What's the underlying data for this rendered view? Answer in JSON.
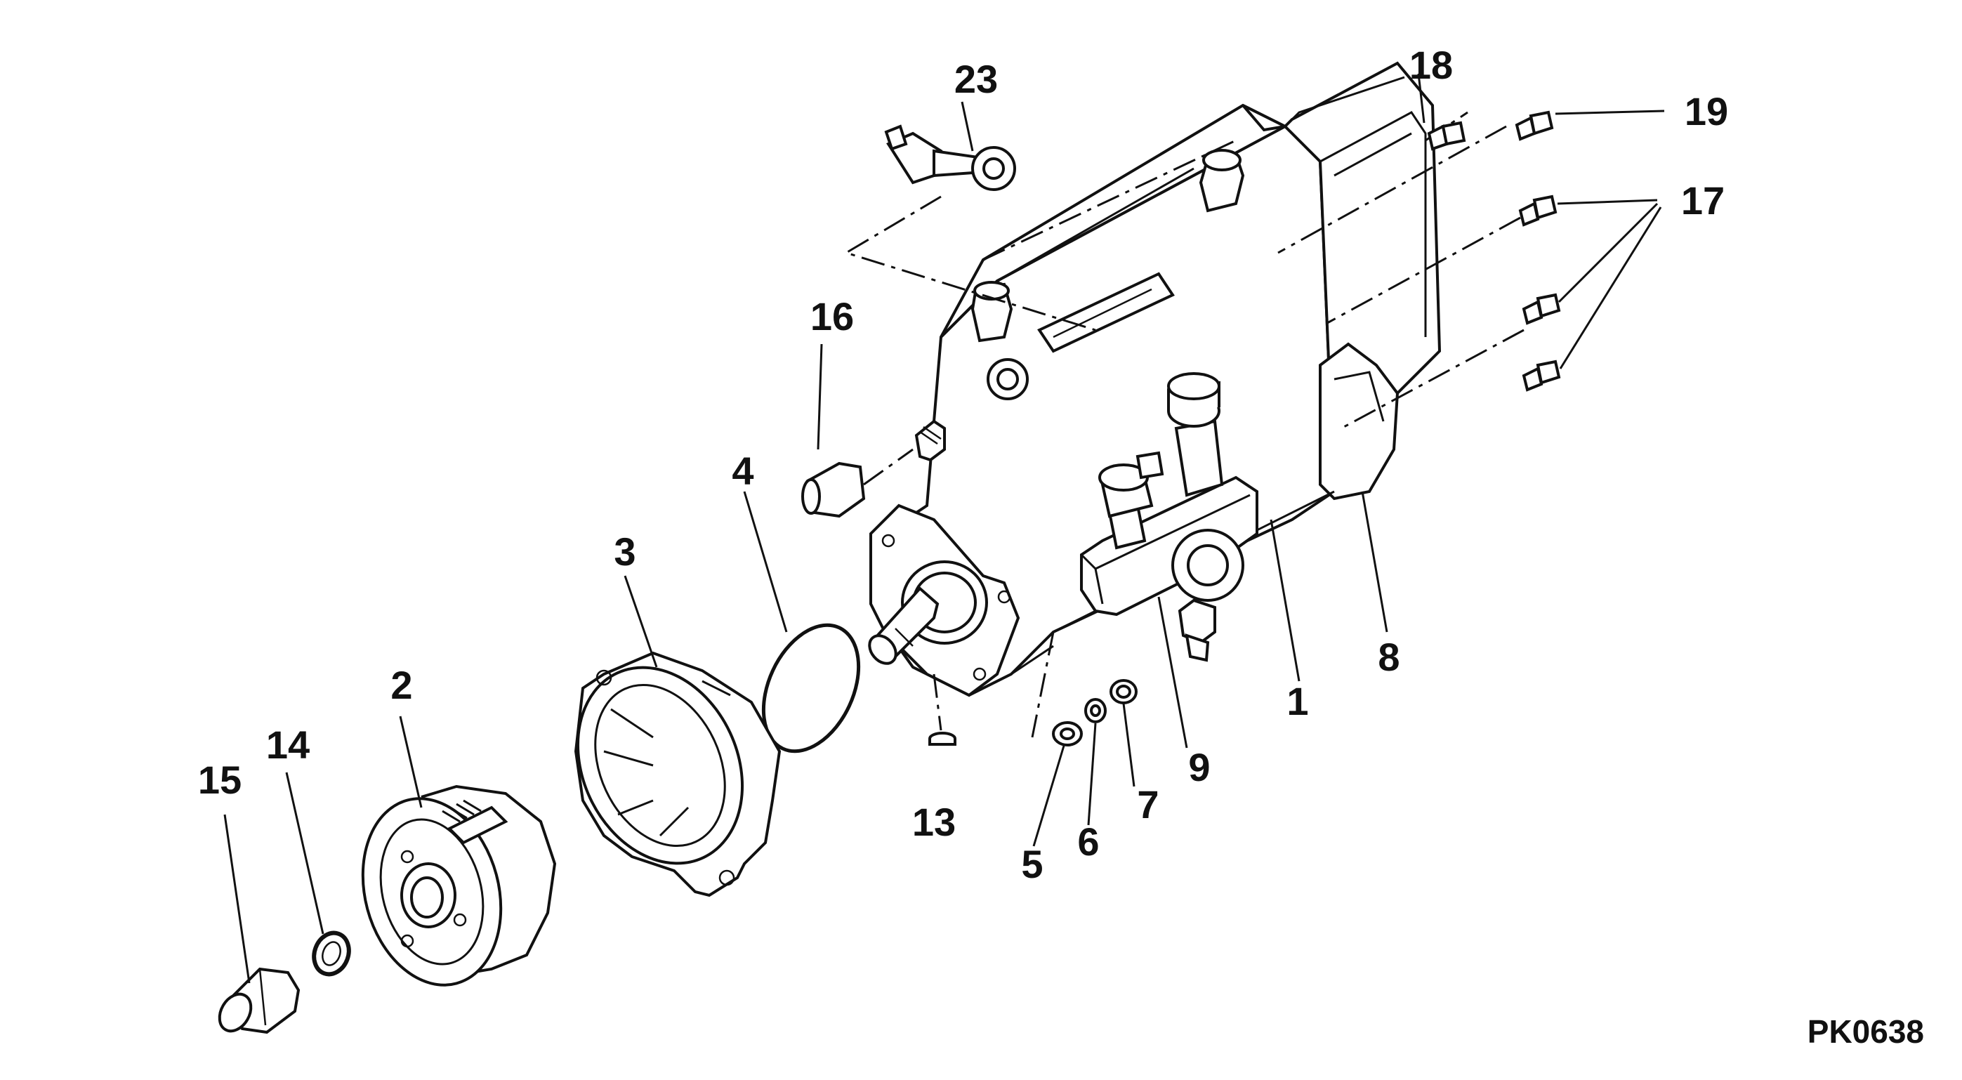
{
  "drawing_code": "PK0638",
  "callouts": {
    "c1": "1",
    "c2": "2",
    "c3": "3",
    "c4": "4",
    "c5": "5",
    "c6": "6",
    "c7": "7",
    "c8": "8",
    "c9": "9",
    "c13": "13",
    "c14": "14",
    "c15": "15",
    "c16": "16",
    "c17": "17",
    "c18": "18",
    "c19": "19",
    "c23": "23"
  }
}
